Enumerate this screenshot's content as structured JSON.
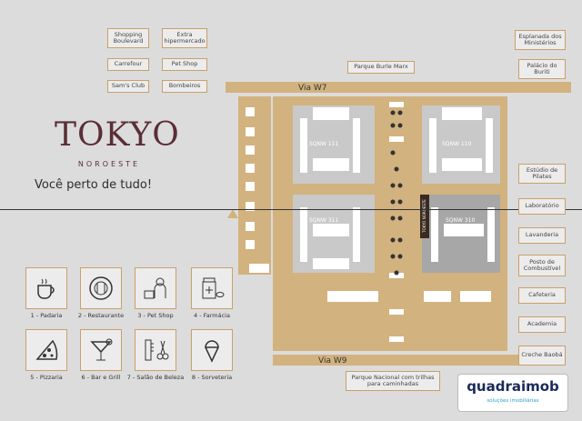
{
  "brand": {
    "name": "TOKYO",
    "subtitle": "NOROESTE",
    "tagline": "Você perto de tudo!"
  },
  "top_left_labels": [
    "Shopping Boulevard",
    "Extra hipermercado",
    "Carrefour",
    "Pet Shop",
    "Sam's Club",
    "Bombeiros"
  ],
  "top_right_labels": {
    "esplanada": "Esplanada dos Ministérios",
    "palacio": "Palácio do Buriti",
    "parque_burle": "Parque Burle Marx"
  },
  "right_labels": [
    "Estúdio de Pilates",
    "Laboratório",
    "Lavanderia",
    "Posto de Combustível",
    "Cafeteria",
    "Academia",
    "Creche Baobá"
  ],
  "roads": {
    "top": "Via W7",
    "bottom": "Via W9"
  },
  "blocks": [
    "SQNW 111",
    "SQNW 110",
    "SQNW 311",
    "SQNW 310"
  ],
  "tokyo_marker": "TOKYO NOROESTE",
  "bottom_label": "Parque Nacional com trilhas para caminhadas",
  "pois": [
    {
      "label": "1 - Padaria",
      "icon": "coffee-cup-icon"
    },
    {
      "label": "2 - Restaurante",
      "icon": "plate-cutlery-icon"
    },
    {
      "label": "3 - Pet Shop",
      "icon": "pet-groomer-icon"
    },
    {
      "label": "4 - Farmácia",
      "icon": "pills-bottle-icon"
    },
    {
      "label": "5 - Pizzaria",
      "icon": "pizza-slice-icon"
    },
    {
      "label": "6 - Bar e Grill",
      "icon": "cocktail-icon"
    },
    {
      "label": "7 - Salão de Beleza",
      "icon": "comb-scissors-icon"
    },
    {
      "label": "8 - Sorveteria",
      "icon": "ice-cream-icon"
    }
  ],
  "company": {
    "name": "quadraimob",
    "sub": "soluções imobiliárias"
  },
  "colors": {
    "road": "#d2b27e",
    "block": "#c9c9c9",
    "building": "#ffffff",
    "marker": "#3a2a20",
    "accent": "#5a2e35"
  }
}
